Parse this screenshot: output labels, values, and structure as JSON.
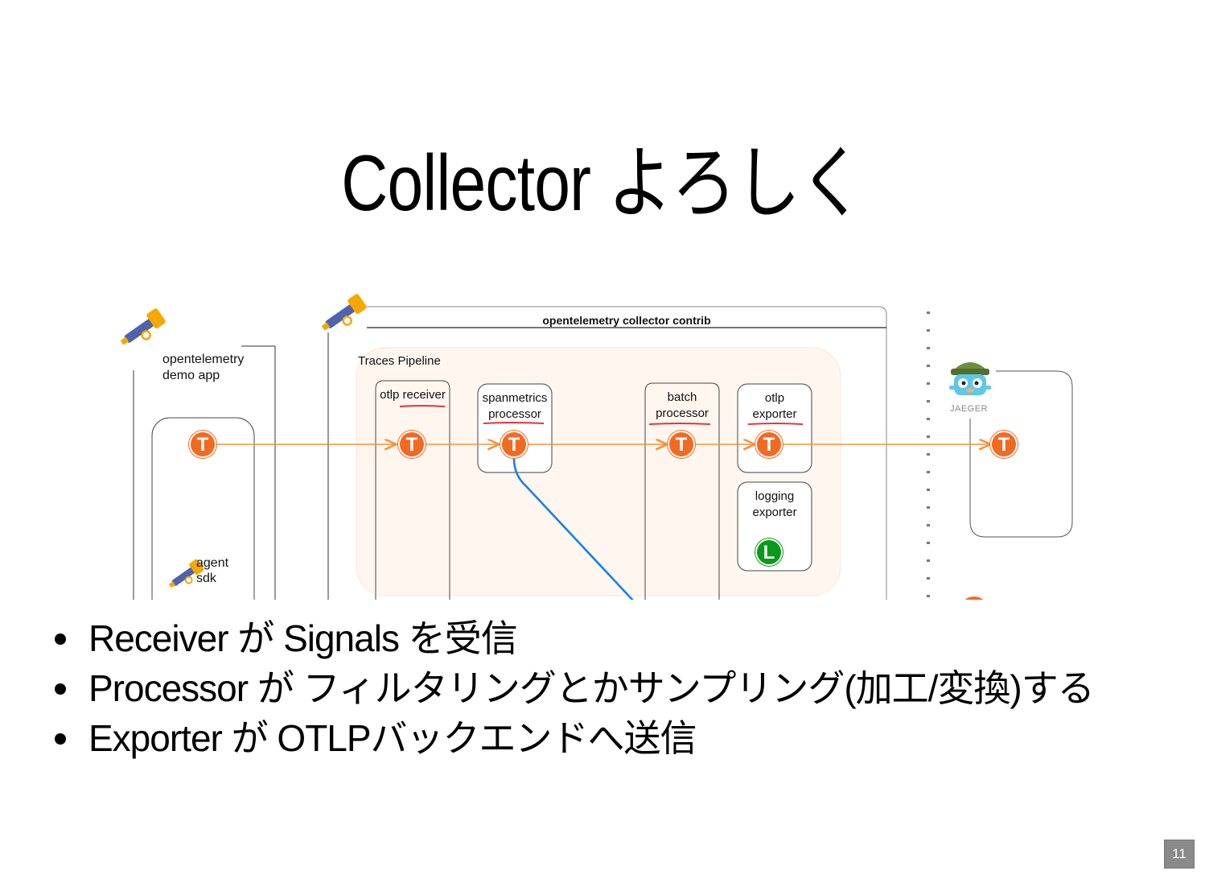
{
  "slide": {
    "title": "Collector よろしく",
    "page_number": "11"
  },
  "diagram": {
    "demo_app_label": "opentelemetry\ndemo app",
    "agent_label": "agent\nsdk",
    "collector_title": "opentelemetry collector contrib",
    "pipeline_label": "Traces Pipeline",
    "components": {
      "otlp_receiver": "otlp receiver",
      "spanmetrics_processor": "spanmetrics\nprocessor",
      "batch_processor": "batch\nprocessor",
      "otlp_exporter": "otlp\nexporter",
      "logging_exporter": "logging\nexporter"
    },
    "jaeger_label": "JAEGER",
    "trace_marker": "T",
    "log_marker": "L",
    "colors": {
      "arrow": "#f7923a",
      "marker": "#f26a22",
      "log_marker": "#0a9a1a",
      "underline": "#e8323c",
      "metrics_line": "#1a7ff0",
      "pipeline_bg": "#fff7ef"
    }
  },
  "bullets": [
    "Receiver が Signals を受信",
    "Processor が フィルタリングとかサンプリング(加工/変換)する",
    "Exporter が OTLPバックエンドへ送信"
  ]
}
